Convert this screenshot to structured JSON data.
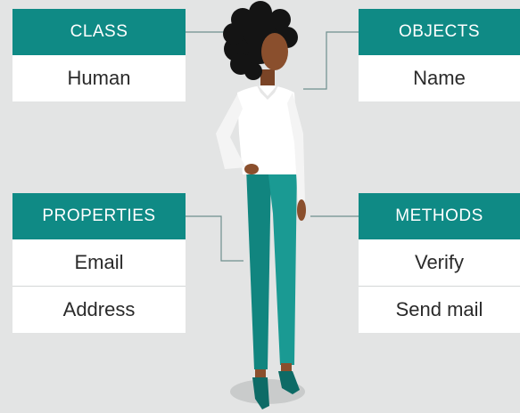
{
  "class_box": {
    "header": "CLASS",
    "items": [
      "Human"
    ]
  },
  "objects_box": {
    "header": "OBJECTS",
    "items": [
      "Name"
    ]
  },
  "properties_box": {
    "header": "PROPERTIES",
    "items": [
      "Email",
      "Address"
    ]
  },
  "methods_box": {
    "header": "METHODS",
    "items": [
      "Verify",
      "Send mail"
    ]
  },
  "colors": {
    "background": "#e3e4e4",
    "header": "#0f8a85",
    "row": "#ffffff",
    "pants": "#16918b",
    "shirt": "#ffffff",
    "skin": "#8a4f2d",
    "hair": "#141414"
  }
}
